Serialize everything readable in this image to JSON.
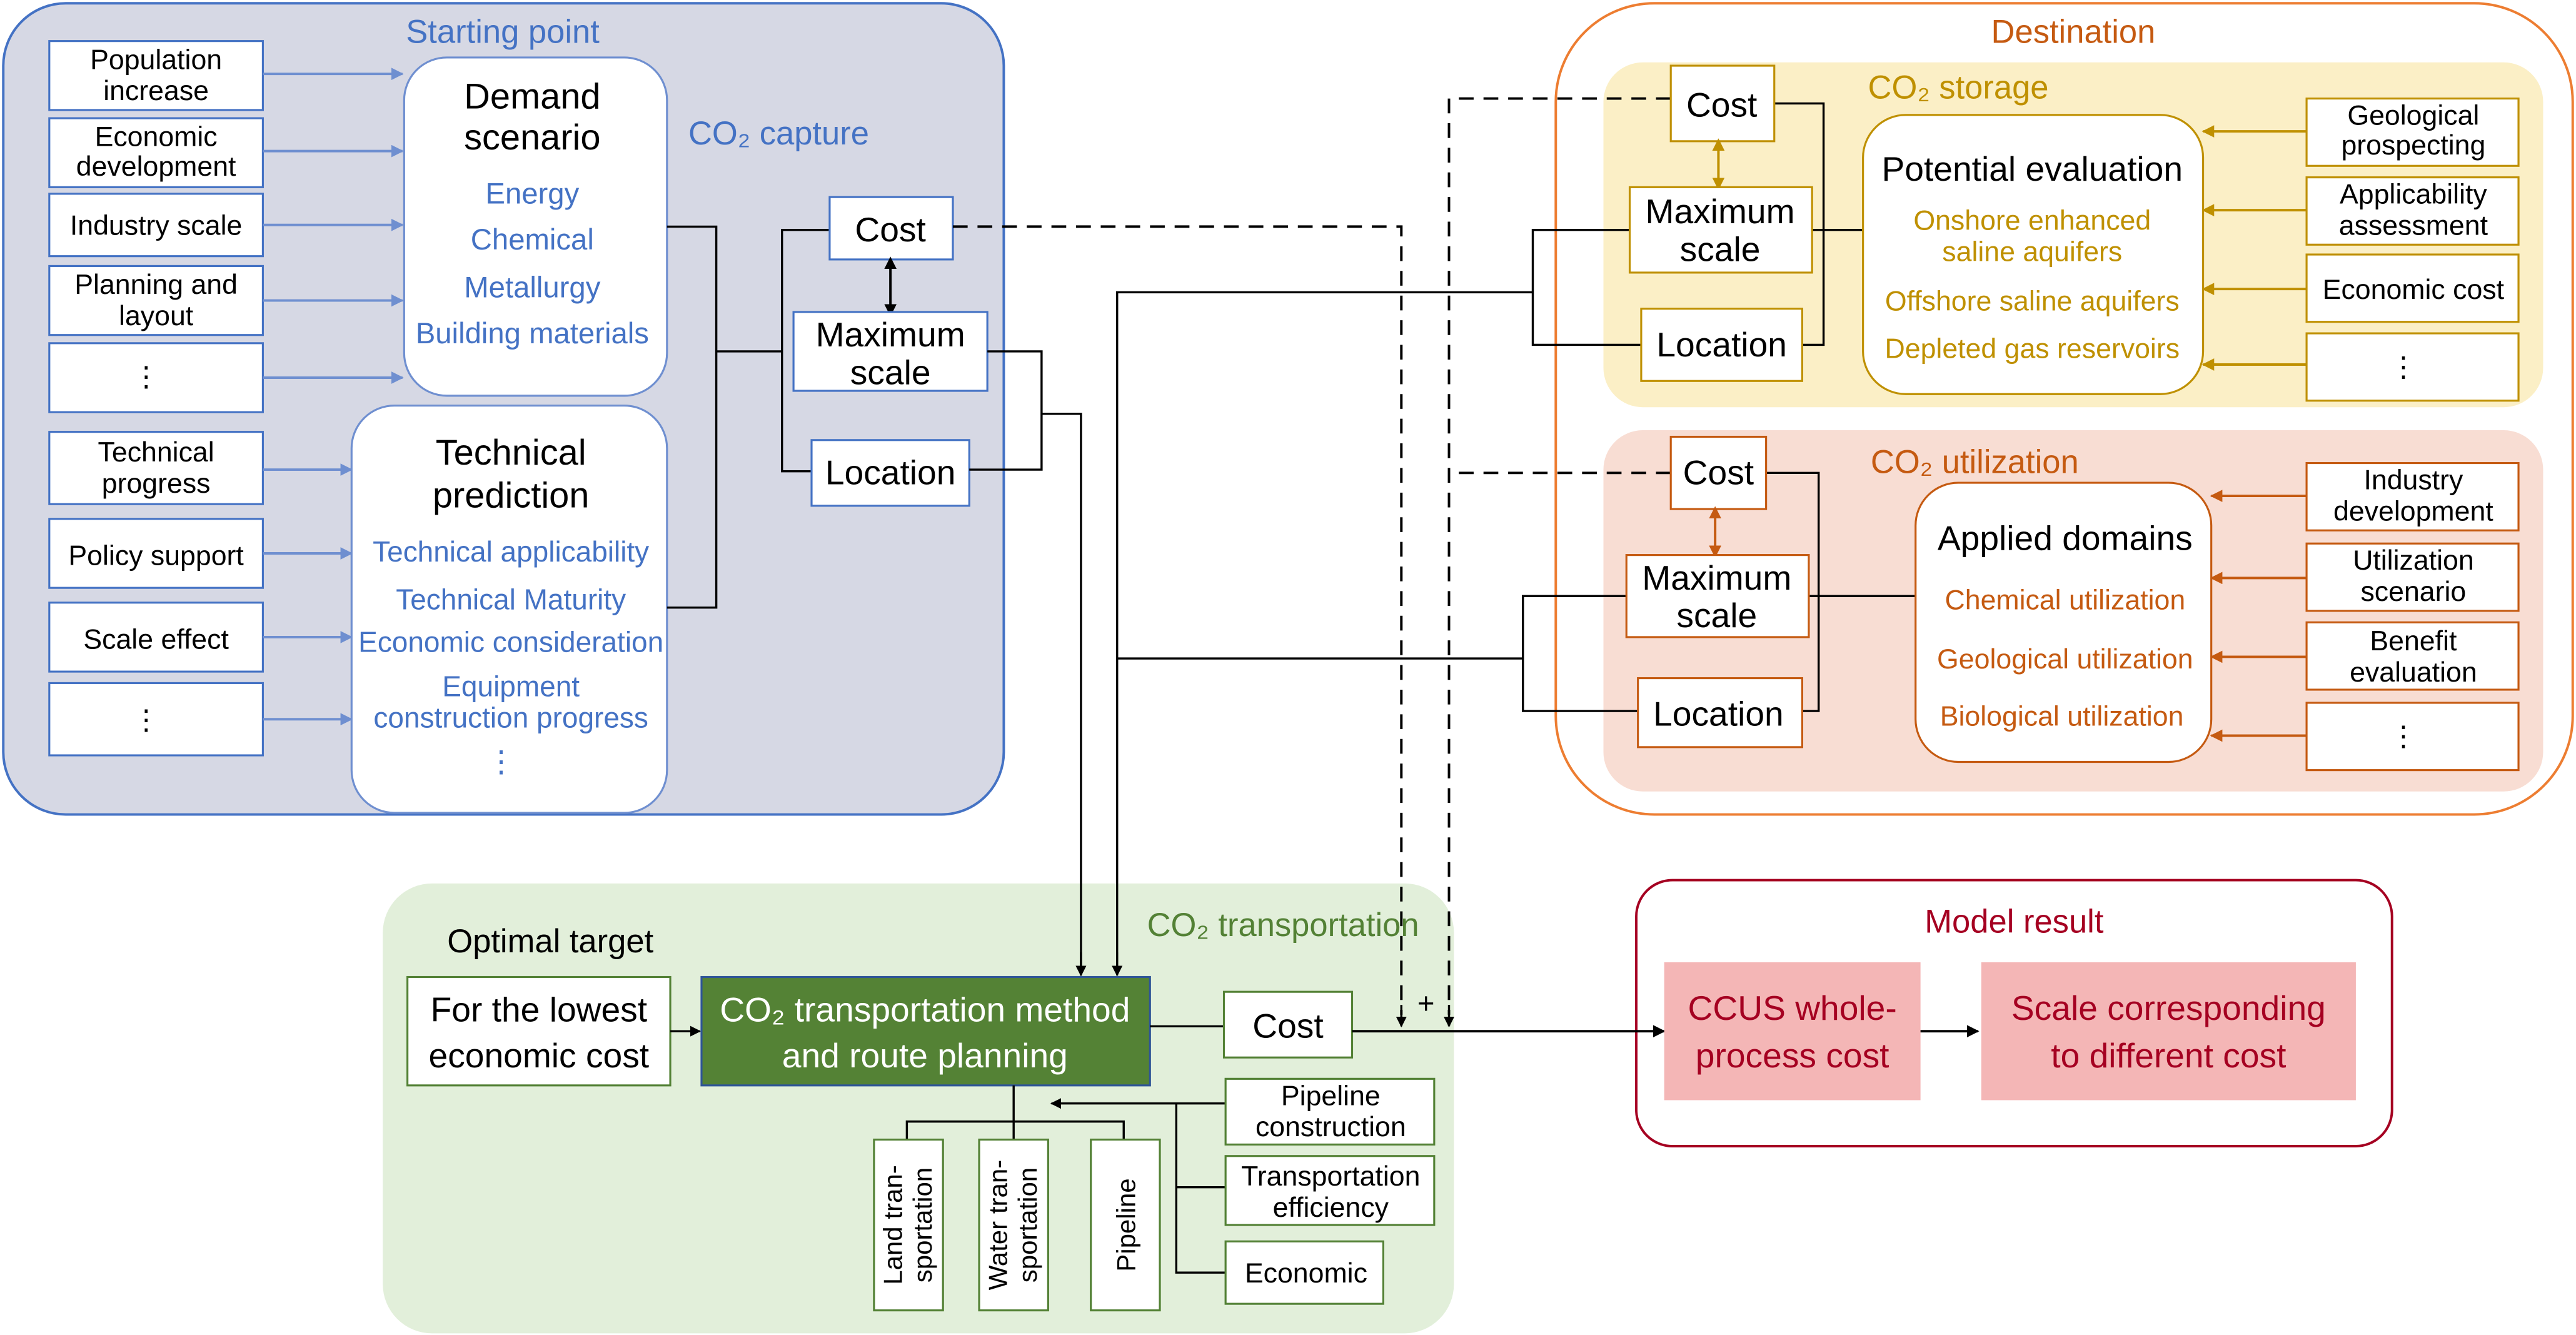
{
  "colors": {
    "blue": "#4472c4",
    "orange": "#ed7d31",
    "gold": "#bf9000",
    "green": "#538135",
    "red": "#a50021",
    "dark_green_fill": "#548235",
    "pink_fill": "#f4b6b6"
  },
  "starting_point": {
    "title": "Starting point",
    "capture_label": "CO₂ capture",
    "demand_inputs": [
      "Population increase",
      "Economic development",
      "Industry scale",
      "Planning and layout",
      "⋮"
    ],
    "demand_title": "Demand scenario",
    "demand_items": [
      "Energy",
      "Chemical",
      "Metallurgy",
      "Building materials"
    ],
    "tech_inputs": [
      "Technical progress",
      "Policy support",
      "Scale effect",
      "⋮"
    ],
    "tech_title": "Technical prediction",
    "tech_items": [
      "Technical applicability",
      "Technical Maturity",
      "Economic consideration",
      "Equipment construction progress",
      "⋮"
    ],
    "cost": "Cost",
    "max_scale": "Maximum scale",
    "location": "Location"
  },
  "destination": {
    "title": "Destination",
    "storage": {
      "title": "CO₂ storage",
      "cost": "Cost",
      "max_scale": "Maximum scale",
      "location": "Location",
      "eval_title": "Potential evaluation",
      "eval_items": [
        "Onshore enhanced saline aquifers",
        "Offshore saline aquifers",
        "Depleted gas reservoirs"
      ],
      "inputs": [
        "Geological prospecting",
        "Applicability assessment",
        "Economic cost",
        "⋮"
      ]
    },
    "utilization": {
      "title": "CO₂ utilization",
      "cost": "Cost",
      "max_scale": "Maximum scale",
      "location": "Location",
      "domain_title": "Applied domains",
      "domain_items": [
        "Chemical utilization",
        "Geological utilization",
        "Biological utilization"
      ],
      "inputs": [
        "Industry development",
        "Utilization scenario",
        "Benefit evaluation",
        "⋮"
      ]
    }
  },
  "transport": {
    "title": "CO₂ transportation",
    "optimal_target": "Optimal target",
    "lowest_cost": "For the lowest economic cost",
    "method": "CO₂ transportation method and route planning",
    "cost": "Cost",
    "plus": "+",
    "modes": [
      "Land transportation",
      "Water transportation",
      "Pipeline"
    ],
    "factors": [
      "Pipeline construction",
      "Transportation efficiency",
      "Economic"
    ]
  },
  "model_result": {
    "title": "Model result",
    "whole_cost": "CCUS whole-process cost",
    "scale": "Scale corresponding to different cost"
  }
}
